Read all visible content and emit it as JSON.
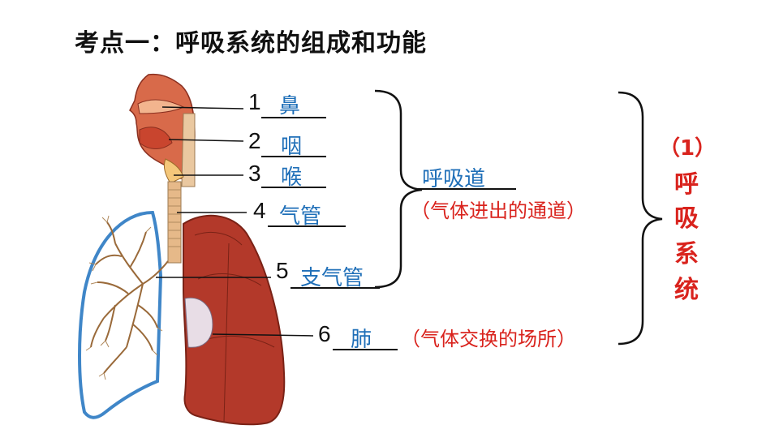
{
  "title": "考点一：呼吸系统的组成和功能",
  "organs": [
    {
      "num": "1",
      "answer": "鼻"
    },
    {
      "num": "2",
      "answer": "咽"
    },
    {
      "num": "3",
      "answer": "喉"
    },
    {
      "num": "4",
      "answer": "气管"
    },
    {
      "num": "5",
      "answer": "支气管"
    },
    {
      "num": "6",
      "answer": "肺"
    }
  ],
  "airway": {
    "label": "呼吸道",
    "note": "（气体进出的通道）"
  },
  "lung_note": "（气体交换的场所）",
  "system": {
    "number": "（1）",
    "chars": [
      "呼",
      "吸",
      "系",
      "统"
    ]
  },
  "colors": {
    "answer": "#1f6fb8",
    "note": "#d9231d",
    "tissue": "#b3392a",
    "trachea": "#e6b989",
    "airway_tree": "#9a6a3a"
  }
}
